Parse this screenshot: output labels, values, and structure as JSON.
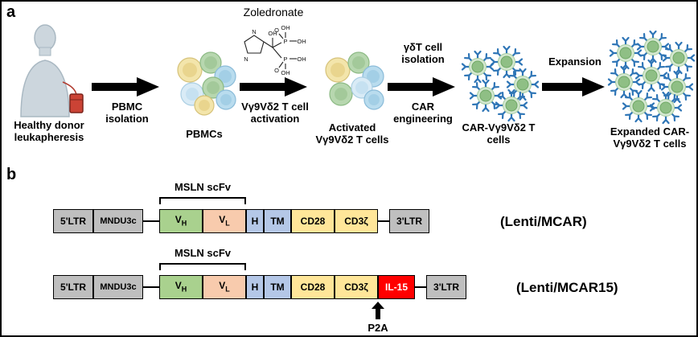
{
  "figure": {
    "panel_a_label": "a",
    "panel_b_label": "b"
  },
  "panel_a": {
    "zoledronate_title": "Zoledronate",
    "chem_atoms": {
      "n1": "N",
      "n2": "N",
      "oh_center": "OH",
      "p_top": "P",
      "o_top": "O",
      "oh_top": "OH",
      "oh_right_top": "OH",
      "p_bot": "P",
      "o_bot": "O",
      "oh_right_bot": "OH",
      "oh_bot": "OH"
    },
    "stages": [
      {
        "caption": "Healthy donor leukapheresis"
      },
      {
        "caption": "PBMCs"
      },
      {
        "caption": "Activated Vγ9Vδ2 T cells"
      },
      {
        "caption": "CAR-Vγ9Vδ2 T cells"
      },
      {
        "caption": "Expanded CAR-Vγ9Vδ2 T cells"
      }
    ],
    "arrows": [
      {
        "label_below": "PBMC isolation"
      },
      {
        "label_below": "Vγ9Vδ2 T cell activation"
      },
      {
        "label_above": "γδT cell isolation",
        "label_below": "CAR engineering"
      },
      {
        "label_above": "Expansion"
      }
    ]
  },
  "panel_b": {
    "constructs": [
      {
        "name": "(Lenti/MCAR)",
        "scfv_label": "MSLN scFv",
        "segments": [
          {
            "kind": "ltr5",
            "label": "5'LTR",
            "color": "#bfbfbf"
          },
          {
            "kind": "mndu3c",
            "label": "MNDU3c",
            "color": "#bfbfbf"
          },
          {
            "kind": "vh",
            "label": "V",
            "sub": "H",
            "color": "#a9d18e",
            "gap_before": 20
          },
          {
            "kind": "vl",
            "label": "V",
            "sub": "L",
            "color": "#f8cbad"
          },
          {
            "kind": "hinge",
            "label": "H",
            "color": "#b4c7e7"
          },
          {
            "kind": "tm",
            "label": "TM",
            "color": "#b4c7e7"
          },
          {
            "kind": "cd28",
            "label": "CD28",
            "color": "#ffe699"
          },
          {
            "kind": "cd3z",
            "label": "CD3ζ",
            "color": "#ffe699"
          },
          {
            "kind": "ltr3",
            "label": "3'LTR",
            "color": "#bfbfbf",
            "gap_before": 14
          }
        ]
      },
      {
        "name": "(Lenti/MCAR15)",
        "scfv_label": "MSLN scFv",
        "p2a_label": "P2A",
        "segments": [
          {
            "kind": "ltr5",
            "label": "5'LTR",
            "color": "#bfbfbf"
          },
          {
            "kind": "mndu3c",
            "label": "MNDU3c",
            "color": "#bfbfbf"
          },
          {
            "kind": "vh",
            "label": "V",
            "sub": "H",
            "color": "#a9d18e",
            "gap_before": 20
          },
          {
            "kind": "vl",
            "label": "V",
            "sub": "L",
            "color": "#f8cbad"
          },
          {
            "kind": "hinge",
            "label": "H",
            "color": "#b4c7e7"
          },
          {
            "kind": "tm",
            "label": "TM",
            "color": "#b4c7e7"
          },
          {
            "kind": "cd28",
            "label": "CD28",
            "color": "#ffe699"
          },
          {
            "kind": "cd3z",
            "label": "CD3ζ",
            "color": "#ffe699"
          },
          {
            "kind": "il15",
            "label": "IL-15",
            "color": "#ff0000",
            "text_color": "#ffffff"
          },
          {
            "kind": "ltr3",
            "label": "3'LTR",
            "color": "#bfbfbf",
            "gap_before": 14
          }
        ]
      }
    ]
  },
  "colors": {
    "arrow": "#000000",
    "receptor_blue": "#2e75b6",
    "cell_green": "#8fbf85",
    "il15_red": "#ff0000"
  }
}
